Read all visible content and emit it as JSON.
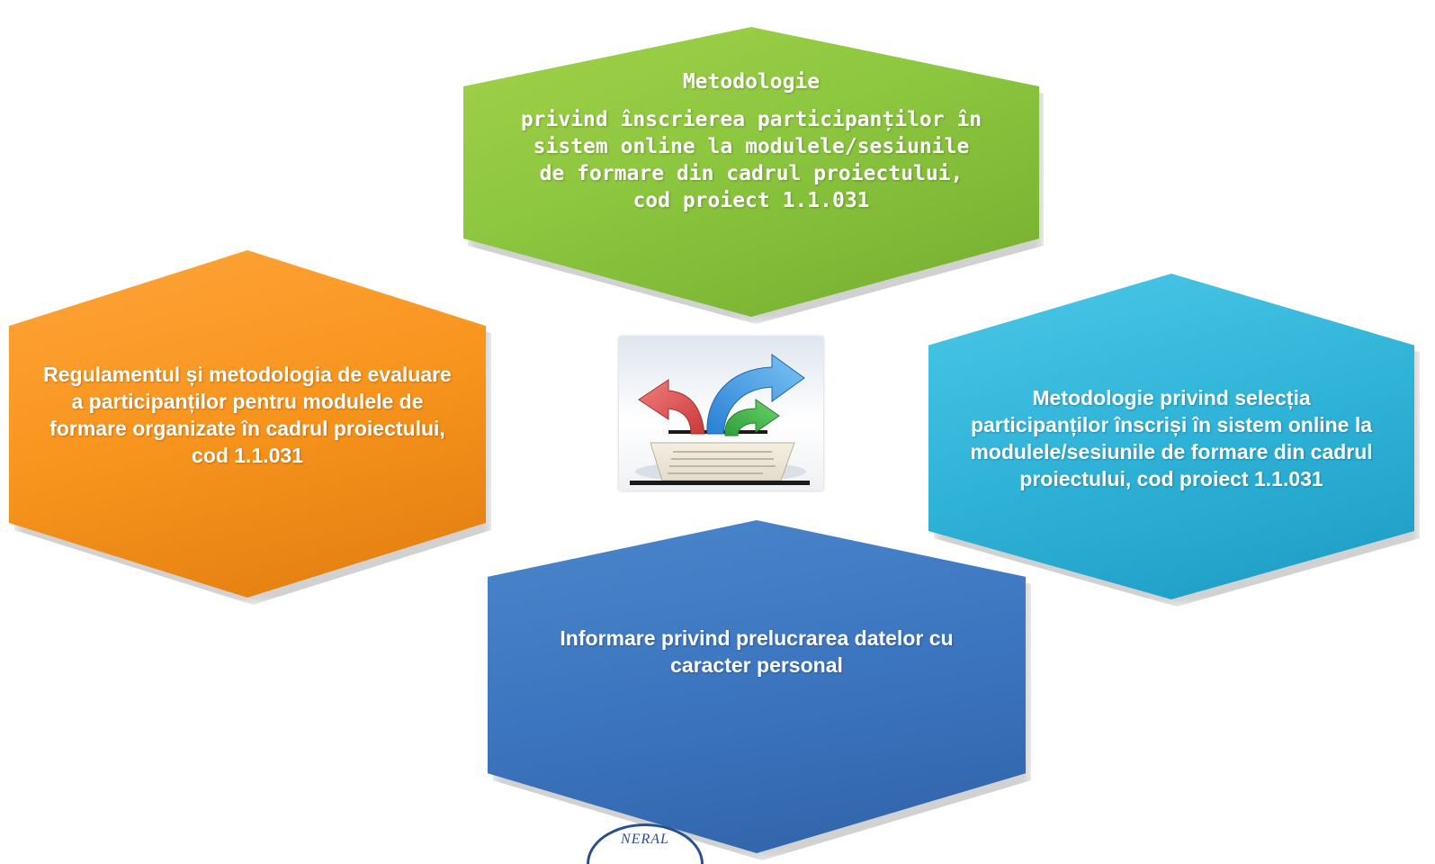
{
  "diagram": {
    "top": {
      "title": "Metodologie",
      "body": "privind înscrierea participanților în sistem online la modulele/sesiunile de formare din cadrul proiectului, cod proiect 1.1.031",
      "color": "#8cc63f"
    },
    "left": {
      "text": "Regulamentul și metodologia de evaluare a participanților pentru modulele de formare organizate în cadrul proiectului, cod 1.1.031",
      "color": "#f7941d"
    },
    "right": {
      "text": "Metodologie privind selecția participanților înscriși în sistem online la modulele/sesiunile de formare din cadrul proiectului, cod proiect 1.1.031",
      "color": "#30b3d8"
    },
    "bottom": {
      "text": "Informare privind prelucrarea datelor cu caracter personal",
      "color": "#3c75bf"
    },
    "center_icon": "document-arrows-icon",
    "seal": {
      "text": "NERAL",
      "icon": "institution-seal-icon"
    }
  }
}
